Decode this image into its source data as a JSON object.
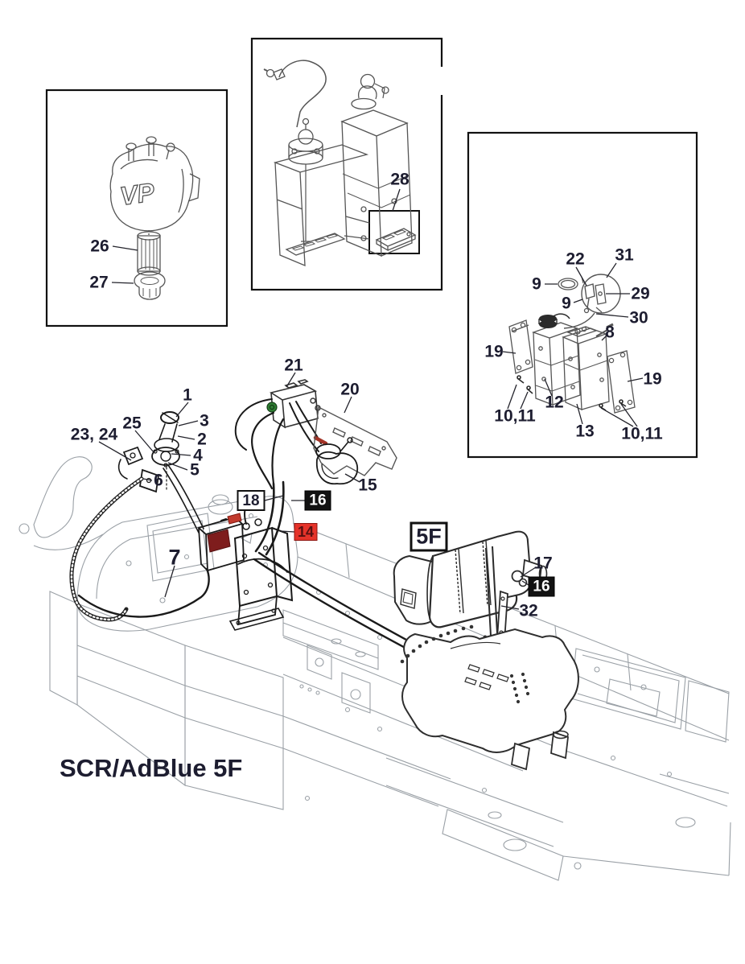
{
  "title": "SCR/AdBlue 5F",
  "colors": {
    "label_ink": "#1d1d30",
    "badge_red_bg": "#e5332a",
    "badge_black_bg": "#121212",
    "green_connector": "#2e7d32",
    "red_connector": "#c23b2e",
    "dark_red_patch": "#7e1d1d",
    "chassis_line": "#9aa0a6",
    "part_line": "#1a1a1a"
  },
  "inset_pump": {
    "logo": "VP",
    "label_26": "26",
    "label_27": "27"
  },
  "inset_tank": {
    "label_28": "28"
  },
  "inset_header_tank": {
    "label_9_left": "9",
    "label_9_lower": "9",
    "label_22": "22",
    "label_31": "31",
    "label_29": "29",
    "label_30": "30",
    "label_8": "8",
    "label_19_left": "19",
    "label_19_right": "19",
    "label_12": "12",
    "label_13": "13",
    "label_10_11_left": "10,11",
    "label_10_11_right": "10,11"
  },
  "main": {
    "label_1": "1",
    "label_2": "2",
    "label_3": "3",
    "label_4": "4",
    "label_5": "5",
    "label_6": "6",
    "label_7": "7",
    "label_23_24": "23, 24",
    "label_25": "25",
    "label_21": "21",
    "label_20": "20",
    "label_15": "15",
    "label_17": "17",
    "label_32": "32",
    "badge_18": "18",
    "badge_16_hose": "16",
    "badge_14": "14",
    "badge_16_muffler": "16",
    "badge_5f": "5F"
  }
}
